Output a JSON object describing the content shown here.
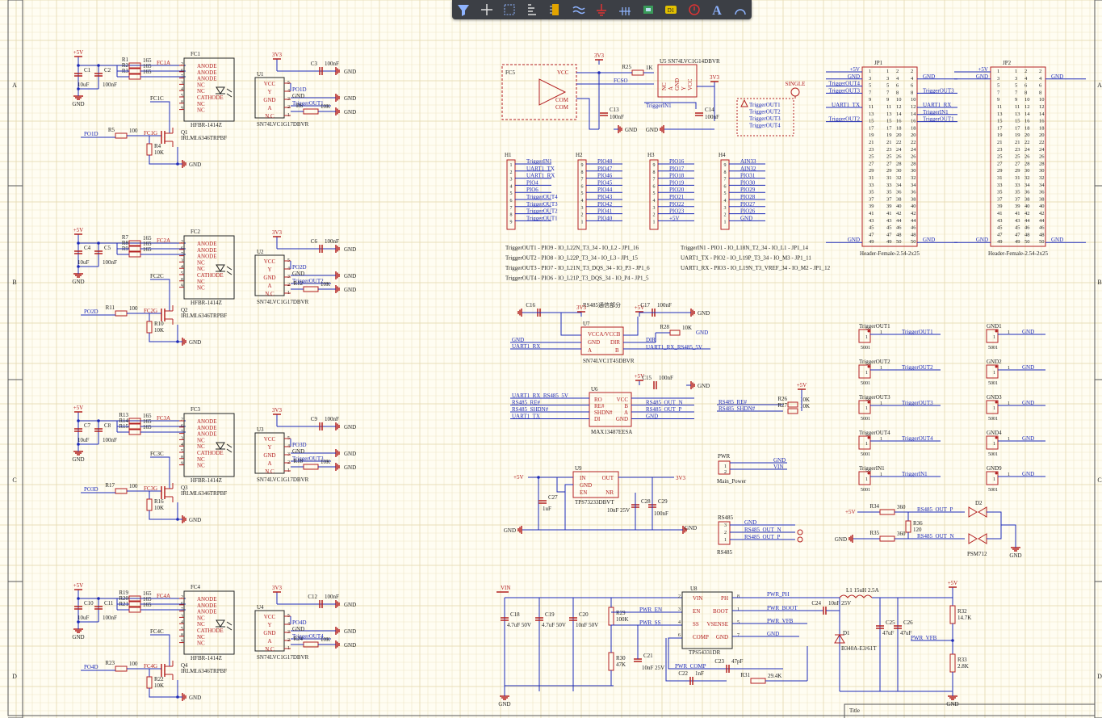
{
  "toolbar": {
    "items": [
      "filter-icon",
      "crosshair-icon",
      "select-rect-icon",
      "align-icon",
      "component-icon",
      "wire-icon",
      "ground-icon",
      "bus-icon",
      "chip-icon",
      "diode-icon",
      "no-erc-icon",
      "text-icon",
      "arc-icon"
    ],
    "accent": "#3c3f45"
  },
  "zones": {
    "rows": [
      "A",
      "B",
      "C",
      "D"
    ]
  },
  "fc": [
    {
      "ref": "FC1",
      "c1": "C1",
      "c2": "C2",
      "r": [
        "R1",
        "R2",
        "R3"
      ],
      "ra": "FC1A",
      "rc": "FC1C",
      "rg": "FC1G",
      "q": "Q1",
      "rin": "R5",
      "rpd": "R4",
      "net": "PO1D",
      "u": "U1",
      "cu": "C3",
      "ru": "R6",
      "trig": "TriggerOUT1"
    },
    {
      "ref": "FC2",
      "c1": "C4",
      "c2": "C5",
      "r": [
        "R7",
        "R8",
        "R9"
      ],
      "ra": "FC2A",
      "rc": "FC2C",
      "rg": "FC2G",
      "q": "Q2",
      "rin": "R11",
      "rpd": "R10",
      "net": "PO2D",
      "u": "U2",
      "cu": "C6",
      "ru": "R12",
      "trig": "TriggerOUT2"
    },
    {
      "ref": "FC3",
      "c1": "C7",
      "c2": "C8",
      "r": [
        "R13",
        "R14",
        "R15"
      ],
      "ra": "FC3A",
      "rc": "FC3C",
      "rg": "FC3G",
      "q": "Q3",
      "rin": "R17",
      "rpd": "R16",
      "net": "PO3D",
      "u": "U3",
      "cu": "C9",
      "ru": "R18",
      "trig": "TriggerOUT3"
    },
    {
      "ref": "FC4",
      "c1": "C10",
      "c2": "C11",
      "r": [
        "R19",
        "R20",
        "R21"
      ],
      "ra": "FC4A",
      "rc": "FC4C",
      "rg": "FC4G",
      "q": "Q4",
      "rin": "R23",
      "rpd": "R22",
      "net": "PO4D",
      "u": "U4",
      "cu": "C12",
      "ru": "R24",
      "trig": "TriggerOUT4"
    }
  ],
  "common": {
    "plus5": "+5V",
    "gnd": "GND",
    "v3v3": "3V3",
    "c10u": "10uF",
    "c100n": "100nF",
    "r165": "165",
    "r100": "100",
    "r10k": "10K",
    "opto_part": "HFBR-1414Z",
    "mos_part": "IRLML6346TRPBF",
    "buf_part": "SN74LVC1G17DBVR",
    "opto_pins": [
      "ANODE",
      "ANODE",
      "ANODE",
      "NC",
      "NC",
      "CATHODE",
      "NC",
      "NC"
    ],
    "buf_pins": [
      "VCC",
      "Y",
      "GND",
      "A",
      "N.C"
    ],
    "buf_pin_nums": [
      "5",
      "4",
      "3",
      "2",
      "1"
    ],
    "opto_nums": [
      "2",
      "6",
      "7",
      "3",
      "4",
      "5",
      "8",
      "9"
    ]
  },
  "fc5": {
    "ref": "FC5",
    "u": "U5",
    "upart": "SN74LVC1G14DBVR",
    "r": "R25",
    "rv": "1K",
    "c13": "C13",
    "c14": "C14",
    "fcso": "FCSO",
    "trigin": "TriggerIN1",
    "vcc": "VCC",
    "com": "COM",
    "single": "SINGLE",
    "triglist": [
      "TriggerOUT1",
      "TriggerOUT2",
      "TriggerOUT3",
      "TriggerOUT4"
    ]
  },
  "headers": [
    {
      "ref": "H1",
      "pins": [
        "TriggerIN1",
        "UART1_TX",
        "UART1_RX",
        "PIO4",
        "PIO6",
        "TriggerOUT4",
        "TriggerOUT3",
        "TriggerOUT2",
        "TriggerOUT1"
      ]
    },
    {
      "ref": "H2",
      "pins": [
        "PIO48",
        "PIO47",
        "PIO46",
        "PIO45",
        "PIO44",
        "PIO43",
        "PIO42",
        "PIO41",
        "PIO40"
      ]
    },
    {
      "ref": "H3",
      "pins": [
        "PIO16",
        "PIO17",
        "PIO18",
        "PIO19",
        "PIO20",
        "PIO21",
        "PIO22",
        "PIO23",
        "+5V"
      ]
    },
    {
      "ref": "H4",
      "pins": [
        "AIN33",
        "AIN32",
        "PIO31",
        "PIO30",
        "PIO29",
        "PIO28",
        "PIO27",
        "PIO26",
        "GND"
      ]
    }
  ],
  "notes": [
    "TriggerOUT1 - PIO9 - IO_L22N_T3_34 - IO_L2 - JP1_16",
    "TriggerOUT2 - PIO8 - IO_L22P_T3_34 - IO_L3 - JP1_15",
    "TriggerOUT3 - PIO7 - IO_L21N_T3_DQS_34 - IO_P3 - JP1_6",
    "TriggerOUT4 - PIO6 - IO_L21P_T3_DQS_34 - IO_P4 - JP1_5",
    "TriggerIN1 - PIO1 - IO_L18N_T2_34 - IO_L1 - JP1_14",
    "UART1_TX - PIO2 - IO_L19P_T3_34 - IO_M3 - JP1_11",
    "UART1_RX - PIO3 - IO_L19N_T3_VREF_34 - IO_M2 - JP1_12"
  ],
  "jp1": {
    "ref": "JP1",
    "part": "Header-Female-2.54-2x25",
    "left": [
      "+5V",
      "GND",
      "TriggerOUT4",
      "TriggerOUT3",
      "",
      "UART1_TX",
      "",
      "TriggerOUT2",
      "",
      "",
      "",
      "",
      "",
      "",
      "",
      "",
      "",
      "",
      "",
      "",
      "",
      "",
      "",
      "",
      "GND"
    ],
    "right": [
      "",
      "GND",
      "",
      "TriggerOUT3",
      "",
      "UART1_RX",
      "TriggerIN1",
      "TriggerOUT1",
      "",
      "",
      "",
      "",
      "",
      "",
      "",
      "",
      "",
      "",
      "",
      "",
      "",
      "",
      "",
      "",
      "GND"
    ]
  },
  "jp2": {
    "ref": "JP2",
    "part": "Header-Female-2.54-2x25",
    "left": [
      "+5V",
      "GND",
      "",
      "",
      "",
      "",
      "",
      "",
      "",
      "",
      "",
      "",
      "",
      "",
      "",
      "",
      "",
      "",
      "",
      "",
      "",
      "",
      "",
      "",
      "GND"
    ],
    "right": [
      "",
      "GND",
      "",
      "",
      "",
      "",
      "",
      "",
      "",
      "",
      "",
      "",
      "",
      "",
      "",
      "",
      "",
      "",
      "",
      "",
      "",
      "",
      "",
      "",
      "GND"
    ]
  },
  "rs485": {
    "title": "RS485通信部分",
    "u7": "U7",
    "u7part": "SN74LVC1T45DBVR",
    "u7pins": [
      "VCCA",
      "VCCB",
      "GND",
      "DIR",
      "A",
      "B"
    ],
    "c16": "C16",
    "c17": "C17",
    "r28": "R28",
    "r28v": "10K",
    "dir": "DIR",
    "gnd": "GND",
    "uart_rx": "UART1_RX",
    "uart_rx5": "UART1_RX_RS485_5V",
    "u6": "U6",
    "u6part": "MAX13487EESA",
    "u6pins": [
      "RO",
      "RE#",
      "SHDN#",
      "DI",
      "VCC",
      "B",
      "A",
      "GND"
    ],
    "c15": "C15",
    "re": "RS485_RE#",
    "shdn": "RS485_SHDN#",
    "uart_tx": "UART1_TX",
    "outn": "RS485_OUT_N",
    "outp": "RS485_OUT_P",
    "r26": "R26",
    "r27": "R27"
  },
  "ldo": {
    "u9": "U9",
    "part": "TPS73233DBVT",
    "pins": [
      "IN",
      "OUT",
      "GND",
      "EN",
      "NR"
    ],
    "c27": "C27",
    "c27v": "1uF",
    "c28": "C28",
    "c28v": "10nF 25V",
    "c29": "C29",
    "c29v": "100nF"
  },
  "pwr": {
    "ref": "PWR",
    "part": "Main_Power",
    "pins": [
      "GND",
      "VIN"
    ],
    "rs485ref": "RS485",
    "rspins": [
      "GND",
      "RS485_OUT_N",
      "RS485_OUT_P"
    ]
  },
  "tp": [
    {
      "ref": "TriggerOUT1",
      "net": "TriggerOUT1"
    },
    {
      "ref": "TriggerOUT2",
      "net": "TriggerOUT2"
    },
    {
      "ref": "TriggerOUT3",
      "net": "TriggerOUT3"
    },
    {
      "ref": "TriggerOUT4",
      "net": "TriggerOUT4"
    },
    {
      "ref": "TriggerIN1",
      "net": "TriggerIN1"
    }
  ],
  "gtp": [
    "GND1",
    "GND2",
    "GND3",
    "GND4",
    "GND9"
  ],
  "tp_part": "5001",
  "term": {
    "r34": "R34",
    "r35": "R35",
    "r36": "R36",
    "v360": "360",
    "v120": "120",
    "d2": "D2",
    "dpart": "PSM712"
  },
  "buck": {
    "vin": "VIN",
    "u8": "U8",
    "part": "TPS54331DR",
    "pins": [
      "VIN",
      "EN",
      "SS",
      "COMP",
      "PH",
      "BOOT",
      "VSENSE",
      "GND"
    ],
    "nets": [
      "PWR_EN",
      "PWR_SS",
      "PWR_COMP",
      "PWR_PH",
      "PWR_BOOT",
      "PWR_VFB"
    ],
    "caps": [
      [
        "C18",
        "4.7uF 50V"
      ],
      [
        "C19",
        "4.7uF 50V"
      ],
      [
        "C20",
        "10nF 50V"
      ],
      [
        "C21",
        "10nF 25V"
      ],
      [
        "C22",
        "1nF"
      ],
      [
        "C23",
        "47pF"
      ],
      [
        "C24",
        "10nF 25V"
      ],
      [
        "C25",
        "47uF"
      ],
      [
        "C26",
        "47uF"
      ]
    ],
    "res": [
      [
        "R29",
        "100K"
      ],
      [
        "R30",
        "47K"
      ],
      [
        "R31",
        "29.4K"
      ],
      [
        "R32",
        "14.7K"
      ],
      [
        "R33",
        "2.8K"
      ]
    ],
    "l1": "L1",
    "l1v": "15uH 2.5A",
    "d1": "D1",
    "d1part": "B340A-E3/61T"
  },
  "titleblock": {
    "title": "Title"
  }
}
